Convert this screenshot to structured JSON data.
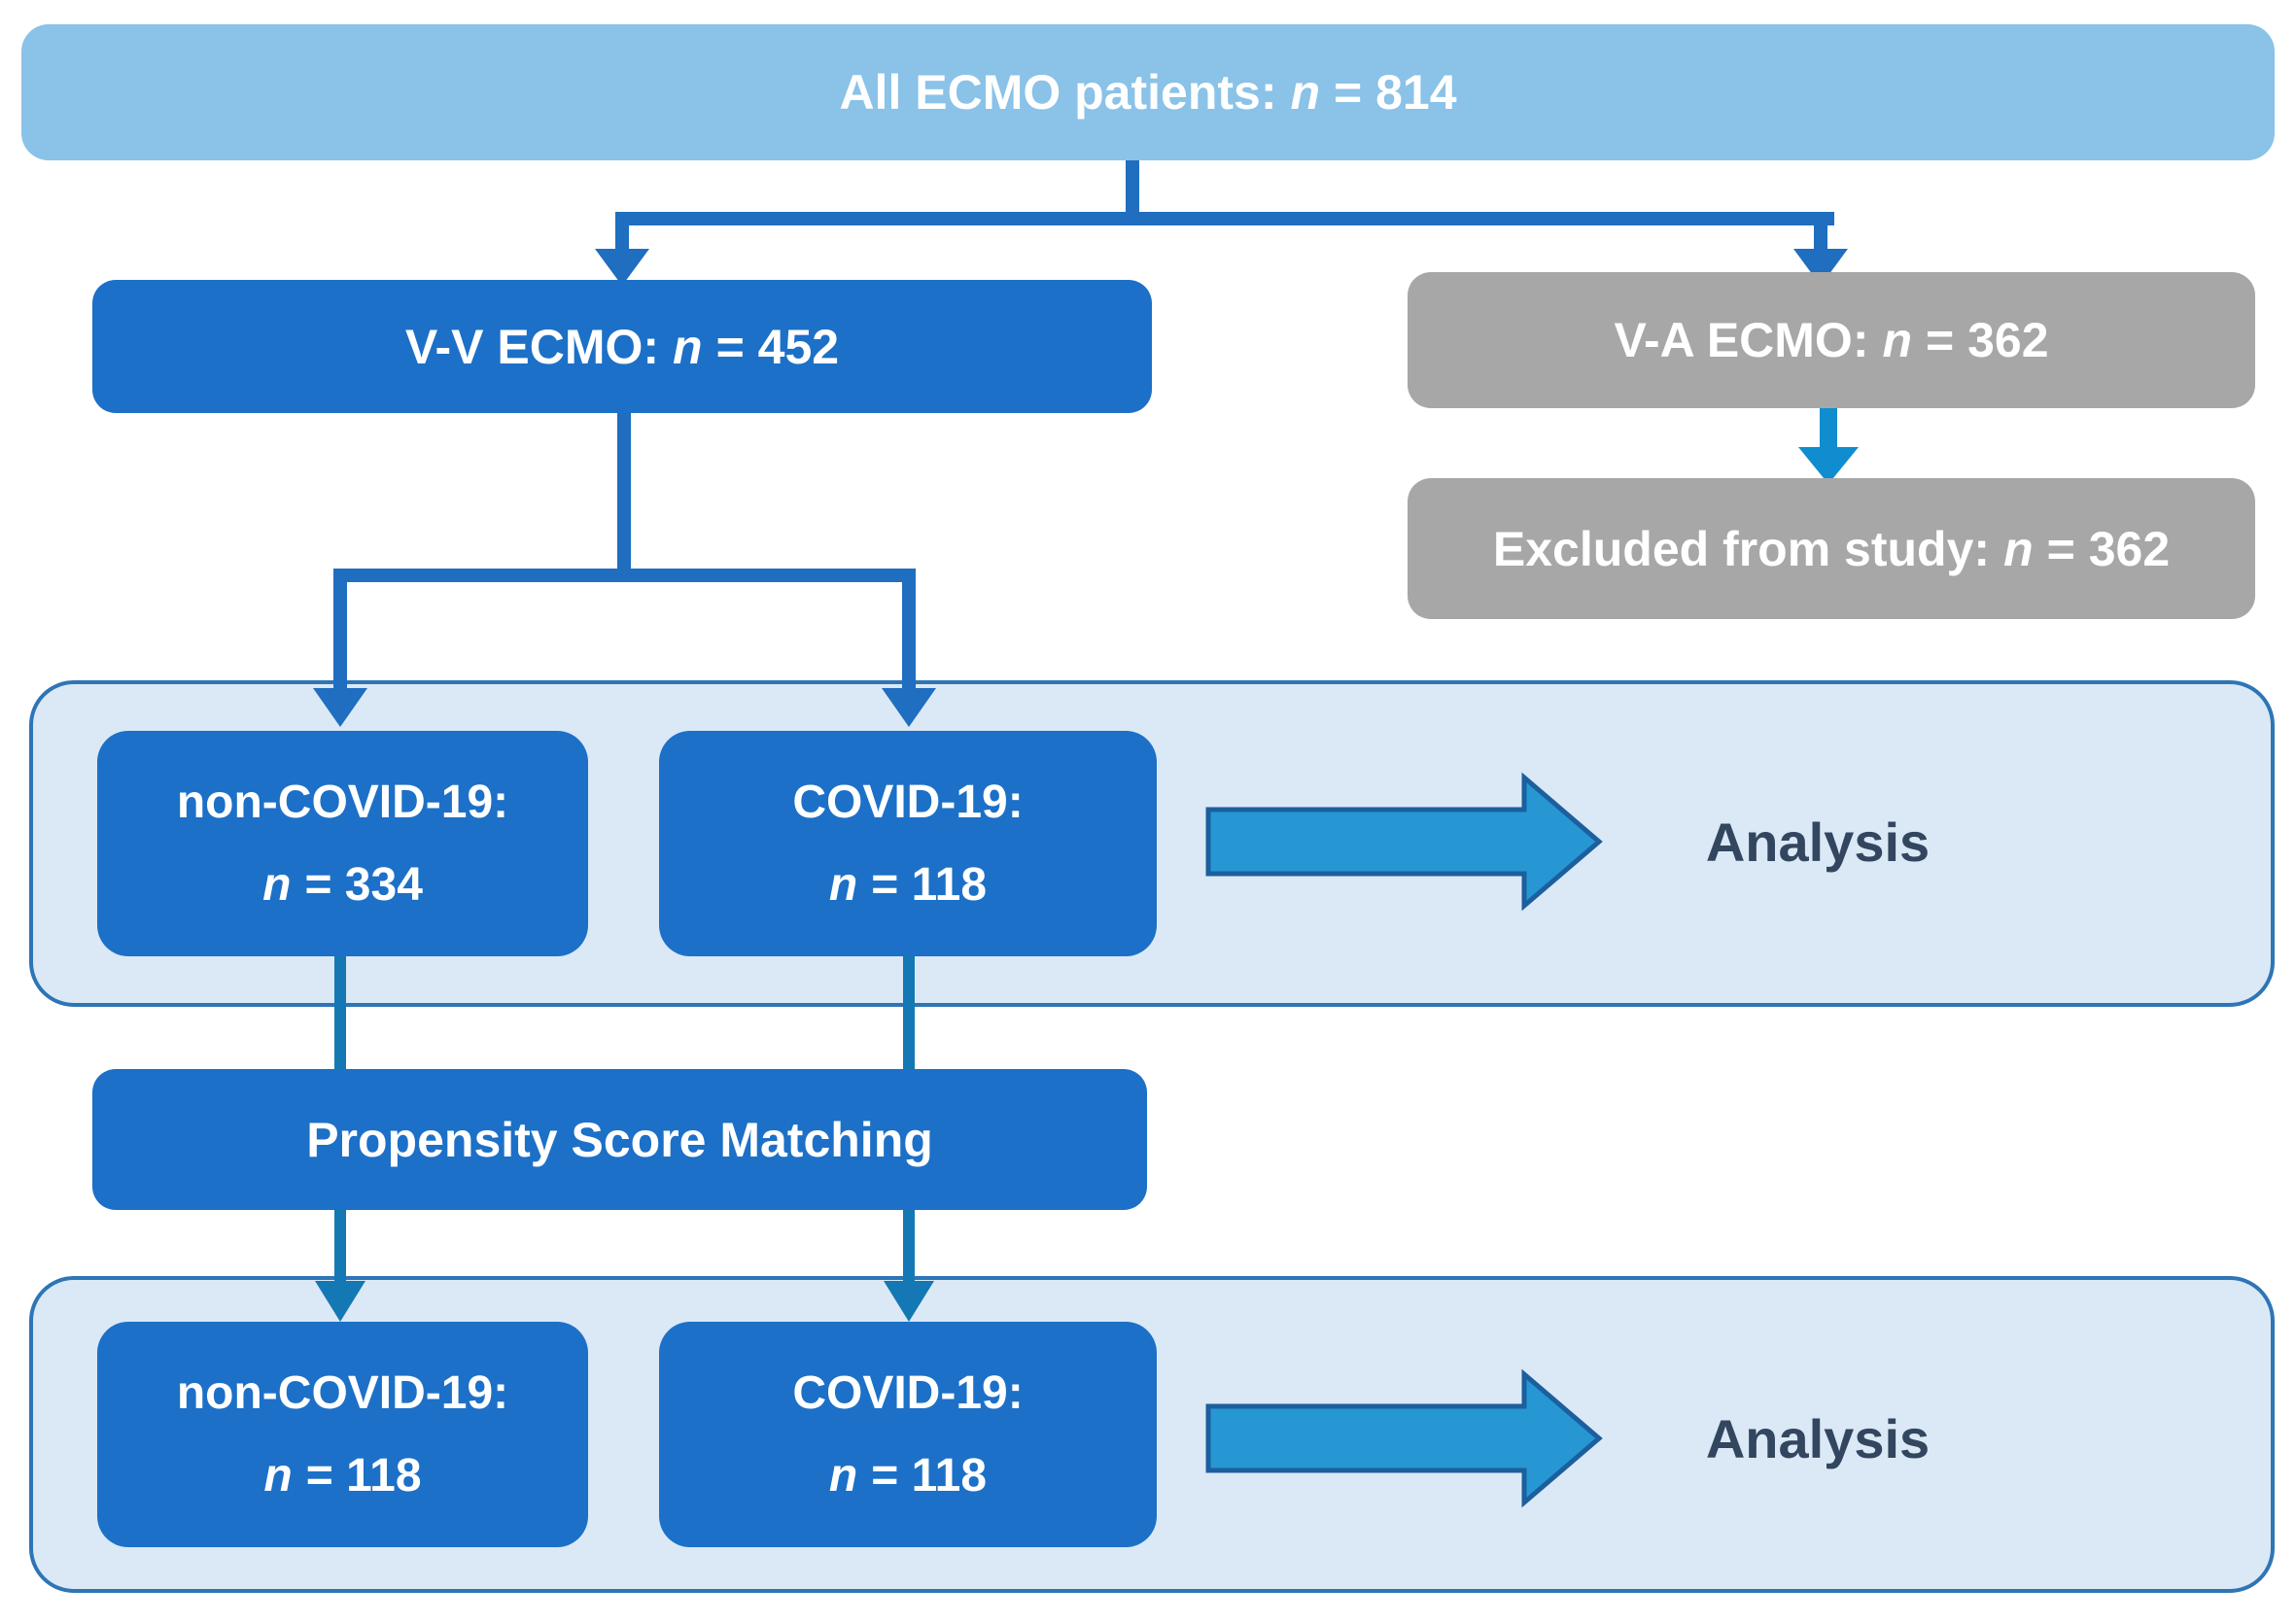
{
  "nodes": {
    "all_ecmo": {
      "label": "All ECMO patients:",
      "n_symbol": "n",
      "count": "= 814"
    },
    "vv_ecmo": {
      "label": "V-V ECMO:",
      "n_symbol": "n",
      "count": "= 452"
    },
    "va_ecmo": {
      "label": "V-A ECMO:",
      "n_symbol": "n",
      "count": "= 362"
    },
    "excluded": {
      "label": "Excluded from study:",
      "n_symbol": "n",
      "count": "= 362"
    },
    "non_covid_unmatched": {
      "label": "non-COVID-19:",
      "n_symbol": "n",
      "count": "= 334"
    },
    "covid_unmatched": {
      "label": "COVID-19:",
      "n_symbol": "n",
      "count": "= 118"
    },
    "psm": {
      "label": "Propensity Score Matching"
    },
    "non_covid_matched": {
      "label": "non-COVID-19:",
      "n_symbol": "n",
      "count": "= 118"
    },
    "covid_matched": {
      "label": "COVID-19:",
      "n_symbol": "n",
      "count": "= 118"
    },
    "analysis_unmatched": {
      "label": "Analysis"
    },
    "analysis_matched": {
      "label": "Analysis"
    }
  },
  "edges": [
    {
      "from": "all_ecmo",
      "to": "vv_ecmo"
    },
    {
      "from": "all_ecmo",
      "to": "va_ecmo"
    },
    {
      "from": "va_ecmo",
      "to": "excluded"
    },
    {
      "from": "vv_ecmo",
      "to": "non_covid_unmatched"
    },
    {
      "from": "vv_ecmo",
      "to": "covid_unmatched"
    },
    {
      "from": "non_covid_unmatched",
      "to": "psm"
    },
    {
      "from": "covid_unmatched",
      "to": "psm"
    },
    {
      "from": "psm",
      "to": "non_covid_matched"
    },
    {
      "from": "psm",
      "to": "covid_matched"
    },
    {
      "from": "unmatched_group",
      "to": "analysis_unmatched"
    },
    {
      "from": "matched_group",
      "to": "analysis_matched"
    }
  ],
  "colors": {
    "light_blue_box": "#8ac2e8",
    "dark_blue_box": "#1c70c7",
    "gray_box": "#a7a7a7",
    "container_fill": "#dbe9f6",
    "container_border": "#2e75b6",
    "connector_dark": "#1f6ec0",
    "connector_teal": "#1478b4",
    "excluded_arrow": "#0f8dce",
    "analysis_arrow_fill": "#2697d2",
    "analysis_arrow_border": "#1c5f9e",
    "analysis_text": "#33465f",
    "box_text": "#ffffff"
  }
}
